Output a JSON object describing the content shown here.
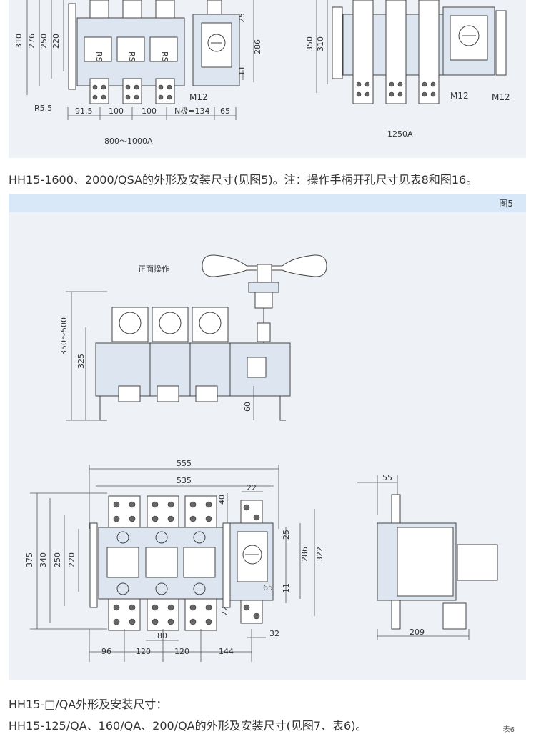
{
  "top_figure": {
    "left_labels": {
      "dims_vertical": [
        "310",
        "276",
        "250",
        "220"
      ],
      "dims_right": [
        "25",
        "286",
        "11"
      ],
      "dims_bottom": [
        "91.5",
        "100",
        "100",
        "N极=134",
        "65"
      ],
      "radius": "R5.5",
      "bolt": "M12",
      "pole_label": "RS",
      "range": "800～1000A"
    },
    "right_labels": {
      "dims_vertical": [
        "350",
        "310"
      ],
      "bolt_a": "M12",
      "bolt_b": "M12",
      "range": "1250A"
    }
  },
  "captions": {
    "qsa": "HH15-1600、2000/QSA的外形及安装尺寸(见图5)。注：操作手柄开孔尺寸见表8和图16。",
    "qa_title": "HH15-□/QA外形及安装尺寸：",
    "qa_sub": "HH15-125/QA、160/QA、200/QA的外形及安装尺寸(见图7、表6)。",
    "corner": "表6"
  },
  "figure5": {
    "label": "图5",
    "front_view": {
      "handle_label": "正面操作",
      "dim_total": "350～500",
      "dim_body": "325",
      "dim_foot": "60"
    },
    "plan_view": {
      "dims_top": [
        "555",
        "535"
      ],
      "dims_left": [
        "375",
        "340",
        "250",
        "220"
      ],
      "dims_right": [
        "40",
        "22",
        "25",
        "286",
        "322",
        "65",
        "11",
        "22"
      ],
      "dims_bottom": [
        "80",
        "32",
        "96",
        "120",
        "120",
        "144"
      ]
    },
    "side_view": {
      "dim_top": "55",
      "dim_bottom": "209"
    }
  }
}
